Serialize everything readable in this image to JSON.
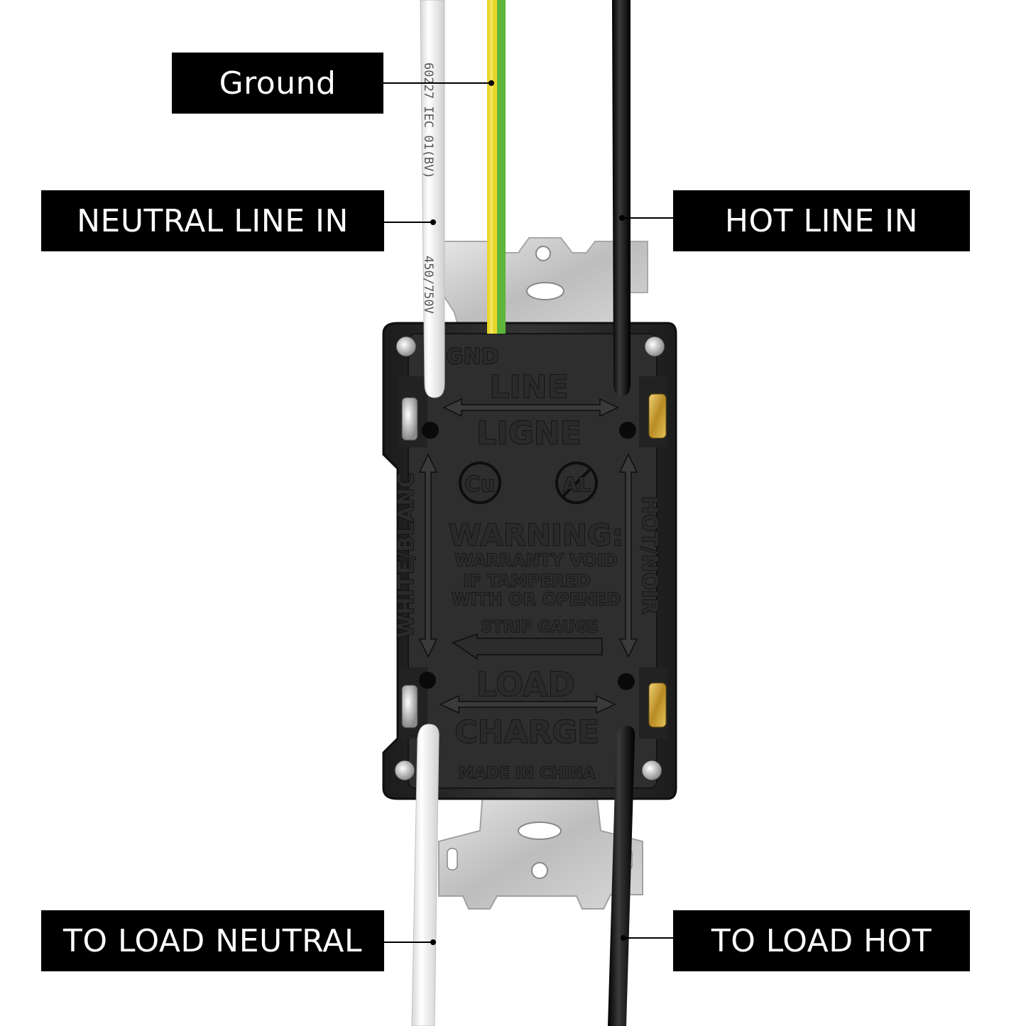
{
  "labels": {
    "ground": "Ground",
    "neutral_line_in": "NEUTRAL LINE IN",
    "hot_line_in": "HOT LINE IN",
    "to_load_neutral": "TO LOAD NEUTRAL",
    "to_load_hot": "TO LOAD HOT"
  },
  "device": {
    "gnd": "GND",
    "line": "LINE",
    "ligne": "LIGNE",
    "load": "LOAD",
    "charge": "CHARGE",
    "cu": "Cu",
    "al": "AL",
    "warning": "WARNING:",
    "warning_lines": [
      "WARRANTY VOID",
      "IF TAMPERED",
      "WITH OR OPENED"
    ],
    "strip_gauge": "STRIP GAUGE",
    "white_blanc": "WHITE/BLANC",
    "hot_noir": "HOT/NOIR",
    "made_in": "MADE IN CHINA"
  },
  "wire_print": {
    "line1": "60227 IEC 01(BV)",
    "line2": "450/750V"
  },
  "colors": {
    "label_bg": "#000000",
    "label_text": "#ffffff",
    "ground_wire_yellow": "#e8d629",
    "ground_wire_green": "#5db53a",
    "neutral_wire": "#f4f4f4",
    "hot_wire": "#111111",
    "housing": "#2c2c2c",
    "strap_metal": "#c9c9c9",
    "brass_screw": "#c9a640"
  }
}
